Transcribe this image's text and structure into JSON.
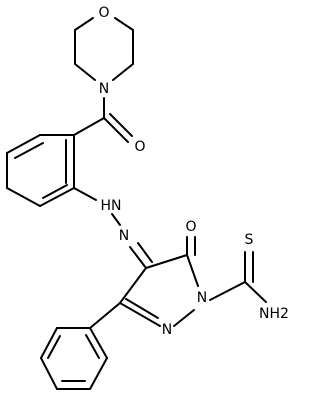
{
  "molecule": {
    "atom_labels": {
      "morpholine_oxygen": "O",
      "morpholine_nitrogen": "N",
      "carbonyl_oxygen": "O",
      "hydrazone_nh": "HN",
      "hydrazone_n": "N",
      "pyrazolone_oxygen": "O",
      "ring_n1": "N",
      "ring_n2": "N",
      "thio_sulfur": "S",
      "amide_nh2": "NH2"
    }
  }
}
